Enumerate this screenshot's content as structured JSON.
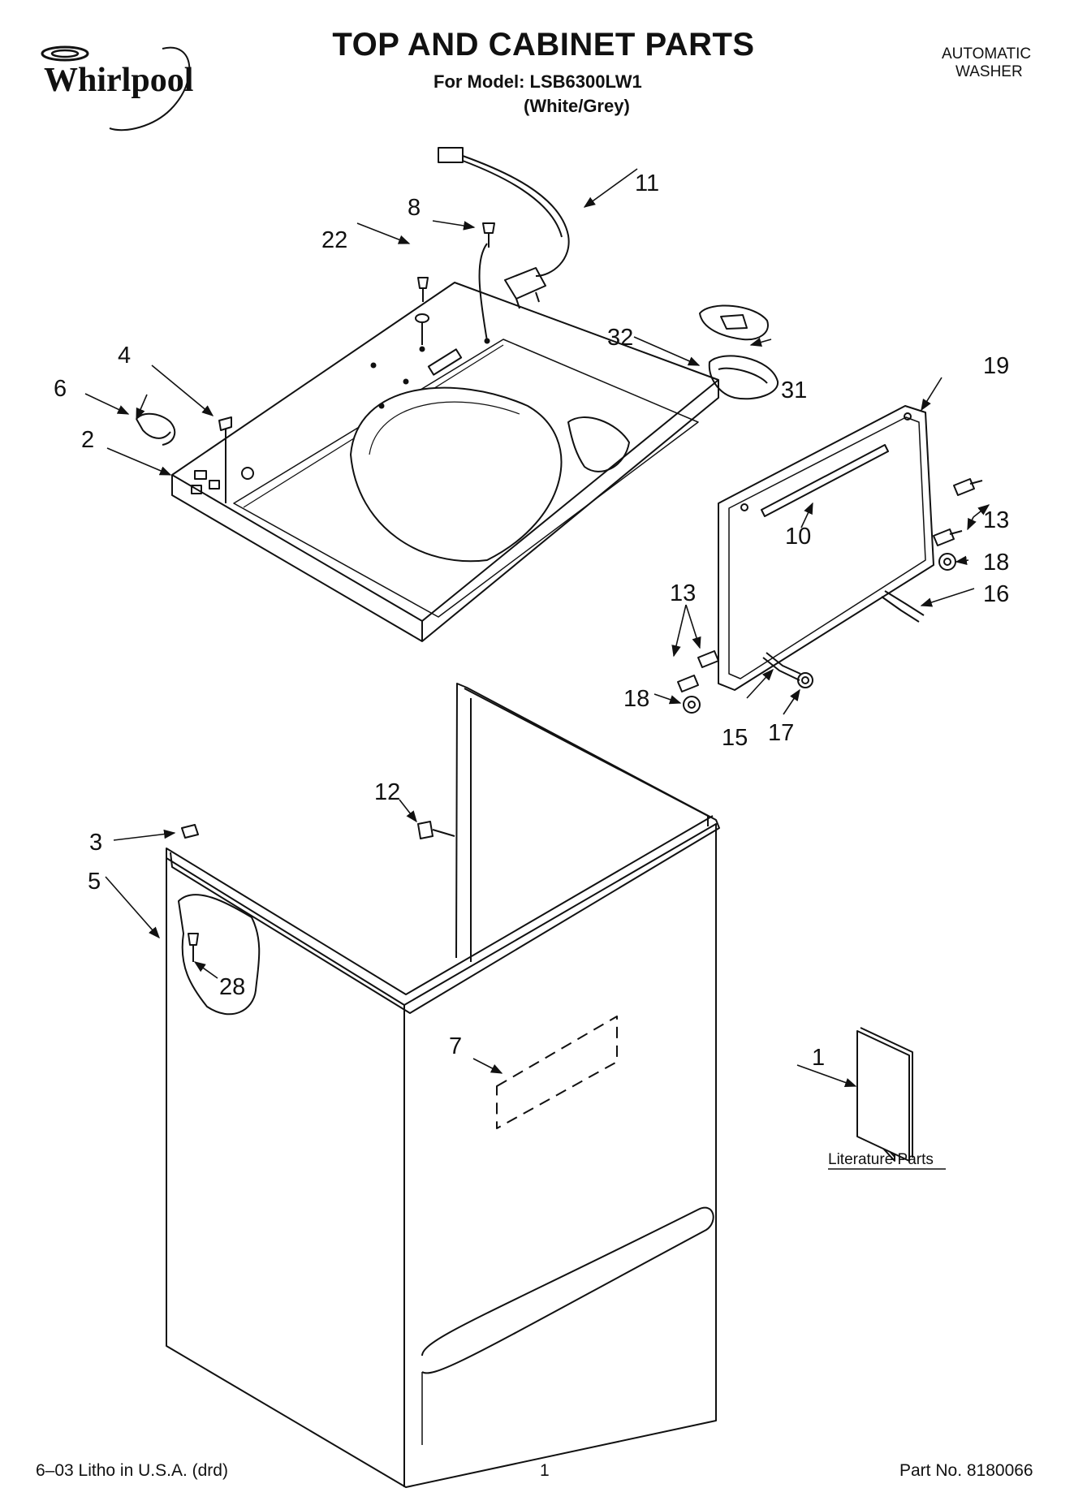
{
  "header": {
    "brand": "Whirlpool",
    "title": "TOP AND CABINET PARTS",
    "model_line": "For Model: LSB6300LW1",
    "variant": "(White/Grey)",
    "category_line1": "AUTOMATIC",
    "category_line2": "WASHER"
  },
  "callouts": {
    "c1": "1",
    "c2": "2",
    "c3": "3",
    "c4": "4",
    "c5": "5",
    "c6": "6",
    "c7": "7",
    "c8": "8",
    "c10": "10",
    "c11": "11",
    "c12": "12",
    "c13a": "13",
    "c13b": "13",
    "c15": "15",
    "c16": "16",
    "c17": "17",
    "c18a": "18",
    "c18b": "18",
    "c19": "19",
    "c22": "22",
    "c28": "28",
    "c31": "31",
    "c32": "32"
  },
  "literature_label": "Literature Parts",
  "footer": {
    "left": "6–03 Litho in U.S.A. (drd)",
    "page": "1",
    "part_no": "Part No. 8180066"
  },
  "colors": {
    "ink": "#111111",
    "paper": "#ffffff"
  }
}
